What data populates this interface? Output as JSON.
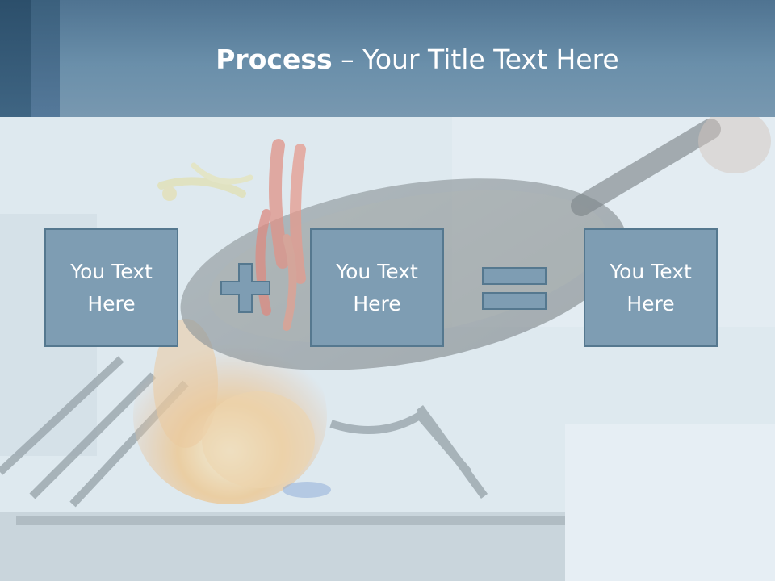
{
  "header": {
    "title_strong": "Process",
    "title_rest": " – Your Title Text Here"
  },
  "process": {
    "boxes": [
      {
        "label": "You Text Here"
      },
      {
        "label": "You Text Here"
      },
      {
        "label": "You Text Here"
      }
    ],
    "operators": [
      "plus",
      "equals"
    ]
  },
  "colors": {
    "header": "#6a8faa",
    "header_accent": "#2c4f6b",
    "box_fill": "#7e9db3",
    "box_border": "#55788f",
    "text": "#ffffff"
  }
}
